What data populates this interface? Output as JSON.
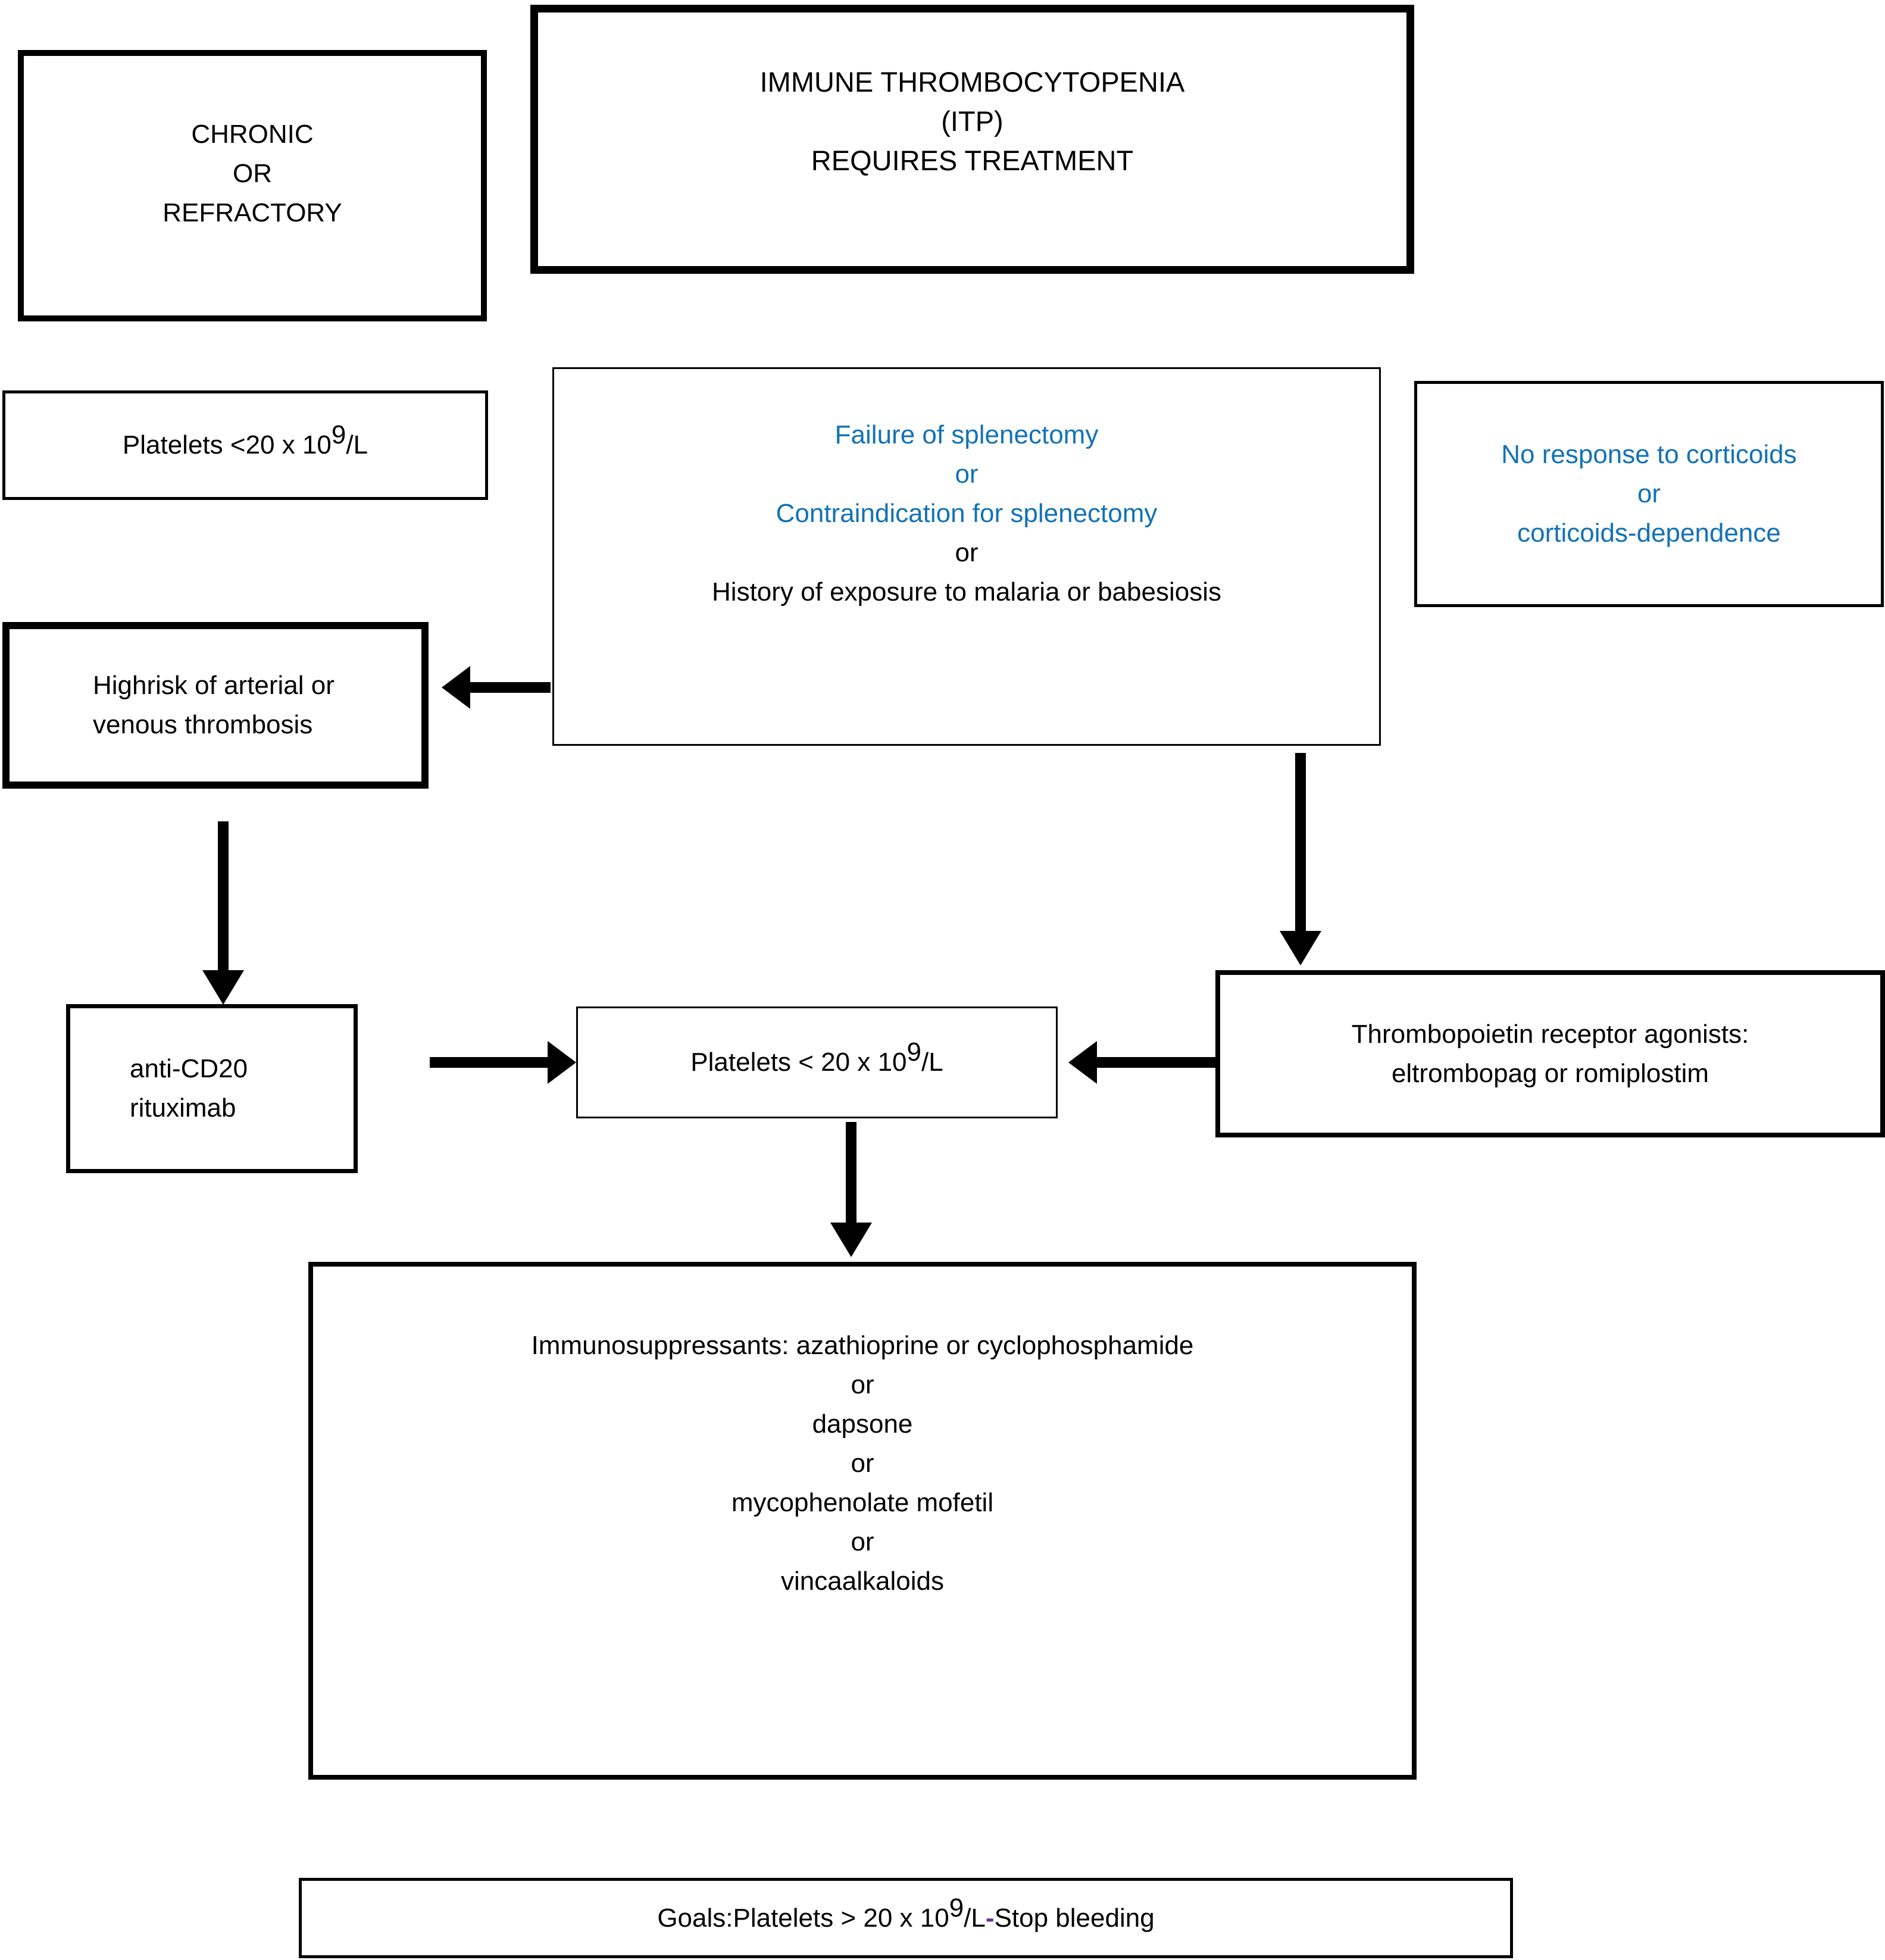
{
  "colors": {
    "background": "#ffffff",
    "text_black": "#000000",
    "border_black": "#000000",
    "accent_blue": "#1272b6",
    "dash_purple": "#63339b"
  },
  "boxes": {
    "chronic": {
      "lines": [
        "CHRONIC",
        "OR",
        "REFRACTORY"
      ]
    },
    "itp": {
      "lines": [
        "IMMUNE THROMBOCYTOPENIA",
        "(ITP)",
        "REQUIRES TREATMENT"
      ]
    },
    "platelets_threshold_left": {
      "prefix": "Platelets <20 x 10",
      "superscript": "9",
      "suffix": "/L"
    },
    "criteria": {
      "lines": [
        {
          "text": "Failure of splenectomy",
          "color": "blue"
        },
        {
          "text": "or",
          "color": "blue"
        },
        {
          "text": "Contraindication for splenectomy",
          "color": "blue"
        },
        {
          "text": "or",
          "color": "black"
        },
        {
          "text": "History of exposure to malaria or babesiosis",
          "color": "black"
        }
      ]
    },
    "corticoids": {
      "lines": [
        "No response to corticoids",
        "or",
        "corticoids-dependence"
      ]
    },
    "highrisk": {
      "lines": [
        "Highrisk of arterial or",
        "venous thrombosis"
      ]
    },
    "anti_cd20": {
      "lines": [
        "anti-CD20",
        "rituximab"
      ]
    },
    "platelets_threshold_center": {
      "prefix": "Platelets < 20 x 10",
      "superscript": "9",
      "suffix": "/L"
    },
    "tpo_agonists": {
      "lines": [
        "Thrombopoietin receptor agonists:",
        "eltrombopag or romiplostim"
      ]
    },
    "immunosuppressants": {
      "lines": [
        "Immunosuppressants: azathioprine or cyclophosphamide",
        "or",
        "dapsone",
        "or",
        "mycophenolate mofetil",
        "or",
        "vincaalkaloids"
      ]
    },
    "goals": {
      "prefix": "Goals:Platelets > 20 x 10",
      "superscript": "9",
      "mid": "/L",
      "dash": "-",
      "suffix": "Stop bleeding"
    }
  }
}
